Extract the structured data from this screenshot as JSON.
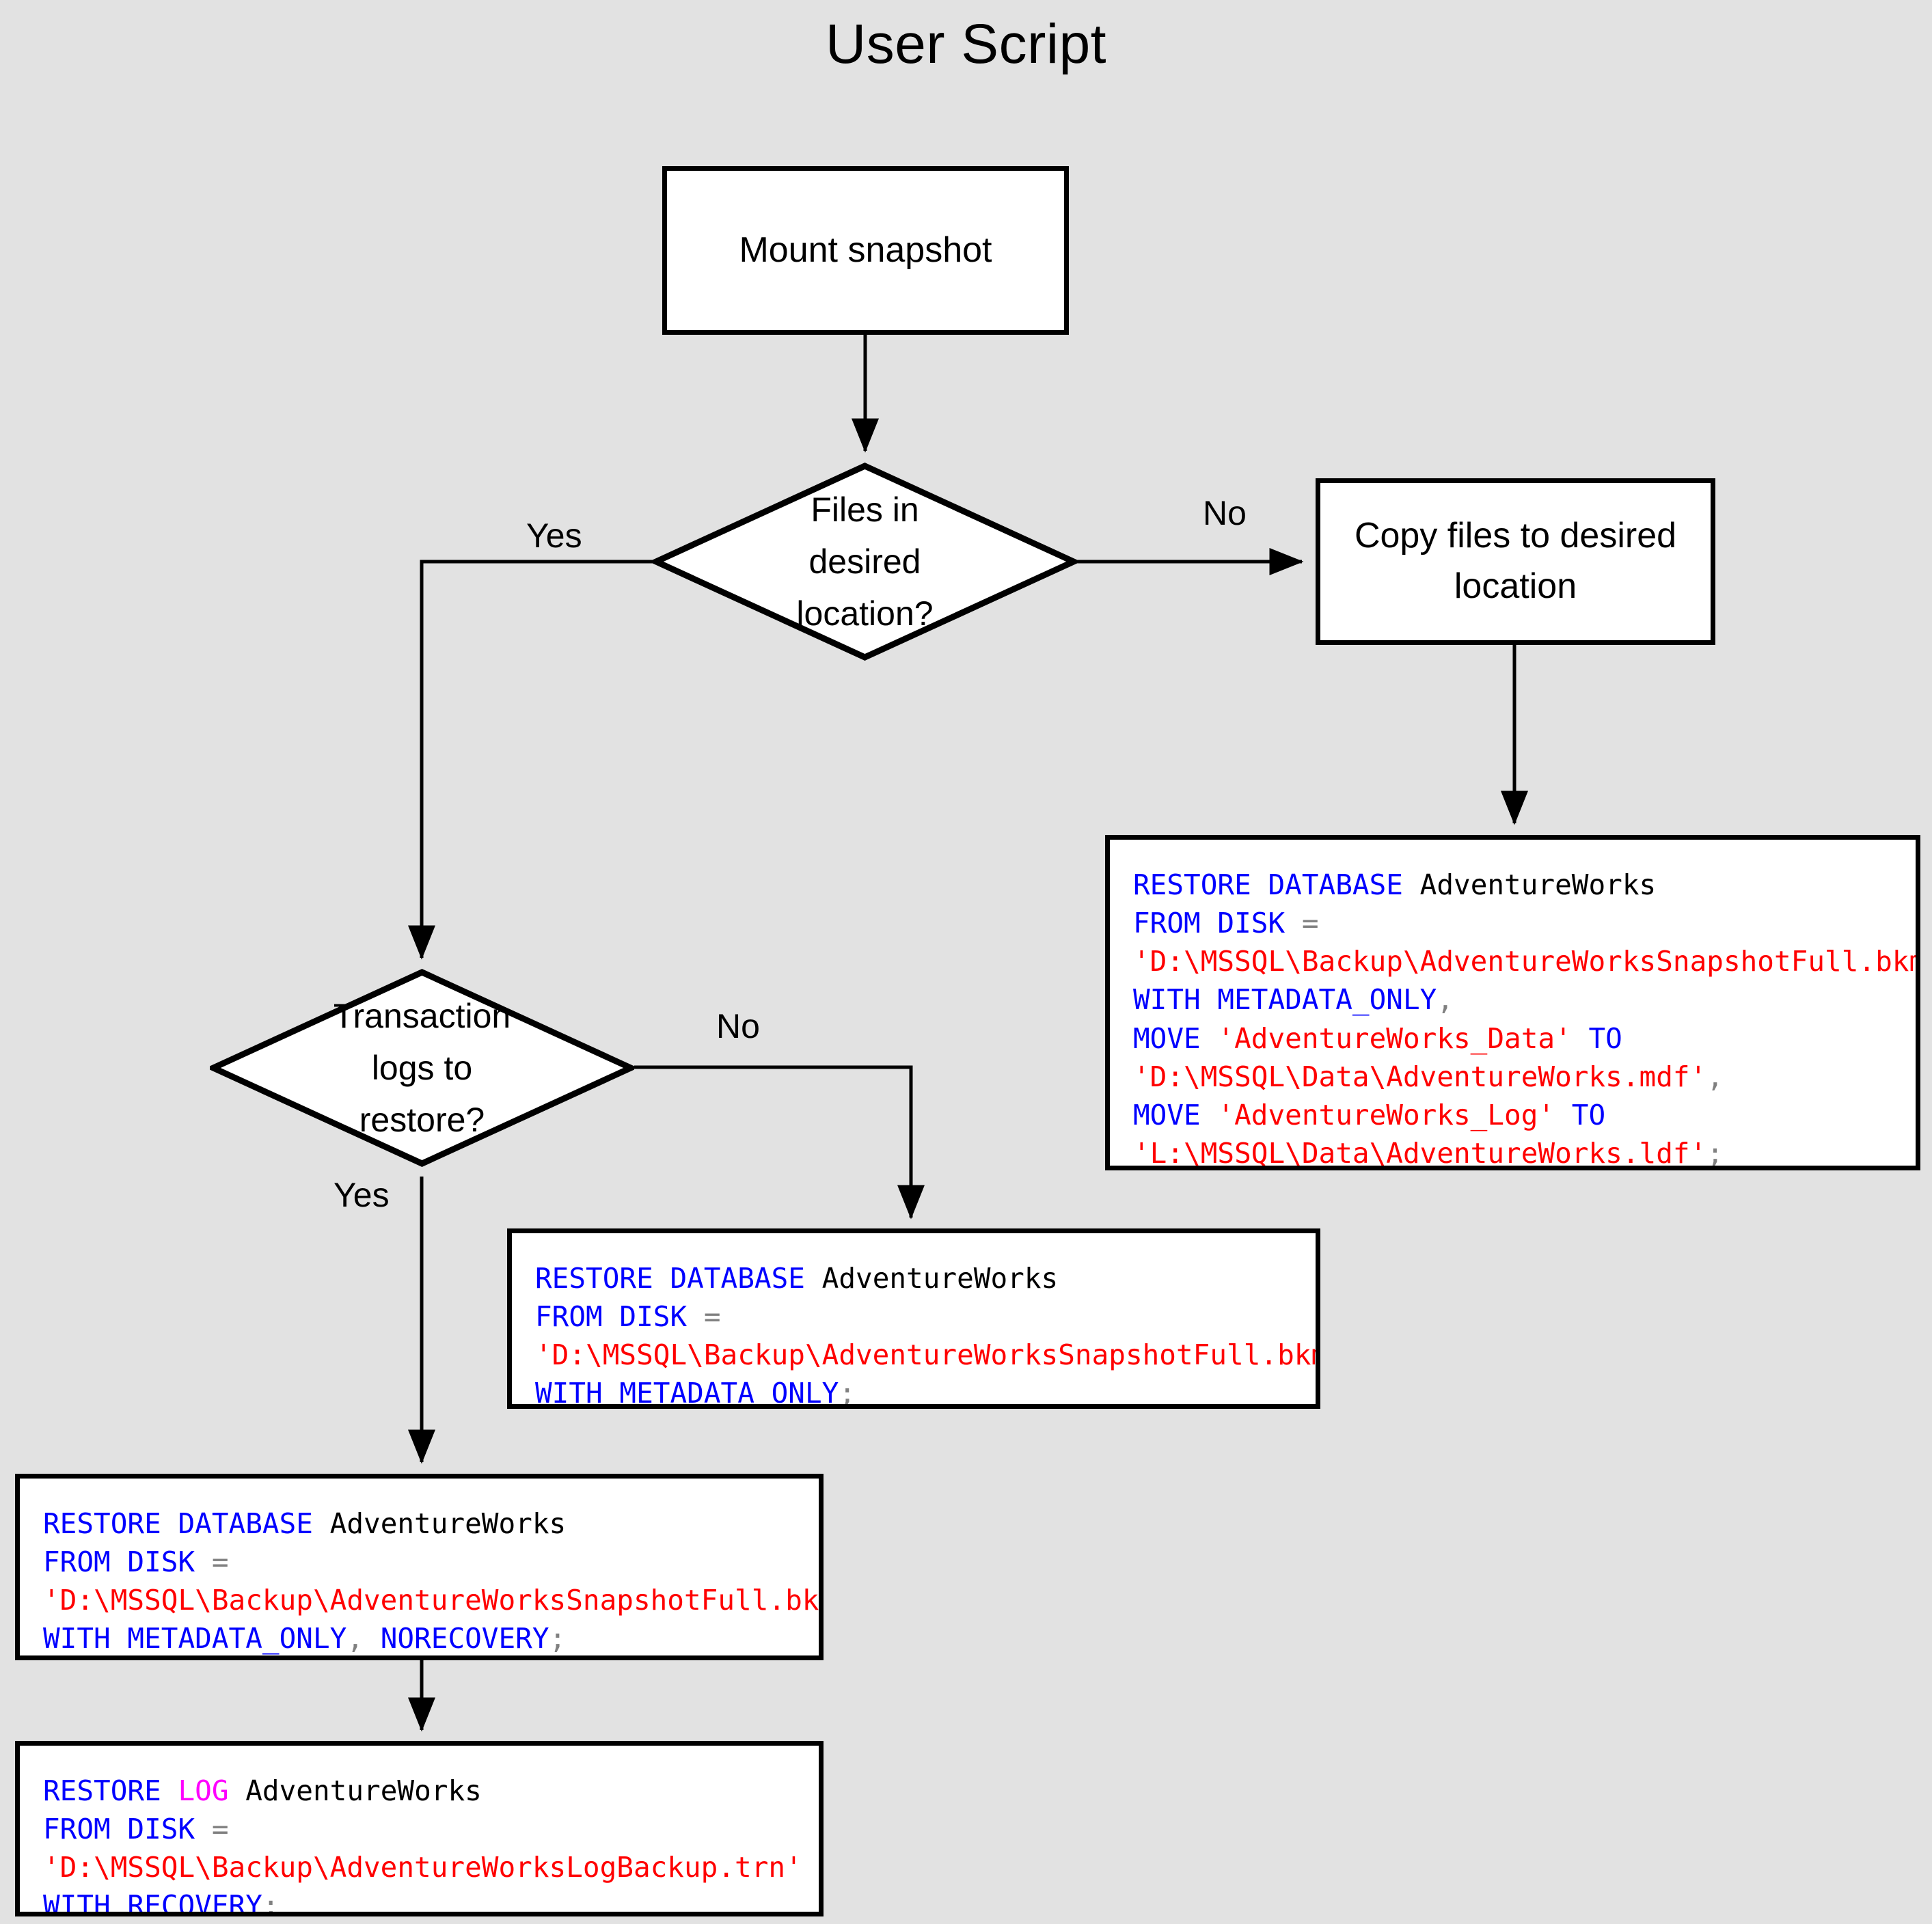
{
  "page": {
    "title": "User Script",
    "background_color": "#e2e2e2",
    "shape_fill": "#ffffff",
    "shape_stroke": "#000000"
  },
  "syntax_colors": {
    "keyword": "#0000ff",
    "keyword_log": "#ff00ff",
    "string": "#ff0000",
    "identifier": "#000000",
    "punctuation": "#808080"
  },
  "nodes": {
    "mount_snapshot": {
      "label": "Mount snapshot"
    },
    "decision_files": {
      "label": "Files in\ndesired\nlocation?"
    },
    "copy_files": {
      "label": "Copy files to desired\nlocation"
    },
    "decision_logs": {
      "label": "Transaction\nlogs to\nrestore?"
    }
  },
  "edge_labels": {
    "files_yes": "Yes",
    "files_no": "No",
    "logs_no": "No",
    "logs_yes": "Yes"
  },
  "code_blocks": {
    "restore_with_move": {
      "lines": [
        [
          {
            "t": "RESTORE DATABASE ",
            "c": "kw"
          },
          {
            "t": "AdventureWorks",
            "c": "id"
          }
        ],
        [
          {
            "t": "FROM DISK ",
            "c": "kw"
          },
          {
            "t": "=",
            "c": "pun"
          }
        ],
        [
          {
            "t": "'D:\\MSSQL\\Backup\\AdventureWorksSnapshotFull.bkm'",
            "c": "str"
          }
        ],
        [
          {
            "t": "WITH METADATA_ONLY",
            "c": "kw"
          },
          {
            "t": ",",
            "c": "pun"
          }
        ],
        [
          {
            "t": "MOVE ",
            "c": "kw"
          },
          {
            "t": "'AdventureWorks_Data'",
            "c": "str"
          },
          {
            "t": " TO",
            "c": "kw"
          }
        ],
        [
          {
            "t": "'D:\\MSSQL\\Data\\AdventureWorks.mdf'",
            "c": "str"
          },
          {
            "t": ",",
            "c": "pun"
          }
        ],
        [
          {
            "t": "MOVE ",
            "c": "kw"
          },
          {
            "t": "'AdventureWorks_Log'",
            "c": "str"
          },
          {
            "t": " TO",
            "c": "kw"
          }
        ],
        [
          {
            "t": "'L:\\MSSQL\\Data\\AdventureWorks.ldf'",
            "c": "str"
          },
          {
            "t": ";",
            "c": "pun"
          }
        ]
      ]
    },
    "restore_metadata_only": {
      "lines": [
        [
          {
            "t": "RESTORE DATABASE ",
            "c": "kw"
          },
          {
            "t": "AdventureWorks",
            "c": "id"
          }
        ],
        [
          {
            "t": "FROM DISK ",
            "c": "kw"
          },
          {
            "t": "=",
            "c": "pun"
          }
        ],
        [
          {
            "t": "'D:\\MSSQL\\Backup\\AdventureWorksSnapshotFull.bkm'",
            "c": "str"
          }
        ],
        [
          {
            "t": "WITH METADATA_ONLY",
            "c": "kw"
          },
          {
            "t": ";",
            "c": "pun"
          }
        ]
      ]
    },
    "restore_norecovery": {
      "lines": [
        [
          {
            "t": "RESTORE DATABASE ",
            "c": "kw"
          },
          {
            "t": "AdventureWorks",
            "c": "id"
          }
        ],
        [
          {
            "t": "FROM DISK ",
            "c": "kw"
          },
          {
            "t": "=",
            "c": "pun"
          }
        ],
        [
          {
            "t": "'D:\\MSSQL\\Backup\\AdventureWorksSnapshotFull.bkm'",
            "c": "str"
          }
        ],
        [
          {
            "t": "WITH METADATA_ONLY",
            "c": "kw"
          },
          {
            "t": ", ",
            "c": "pun"
          },
          {
            "t": "NORECOVERY",
            "c": "kw"
          },
          {
            "t": ";",
            "c": "pun"
          }
        ]
      ]
    },
    "restore_log": {
      "lines": [
        [
          {
            "t": "RESTORE ",
            "c": "kw"
          },
          {
            "t": "LOG",
            "c": "kwlog"
          },
          {
            "t": " ",
            "c": "kw"
          },
          {
            "t": "AdventureWorks",
            "c": "id"
          }
        ],
        [
          {
            "t": "FROM DISK ",
            "c": "kw"
          },
          {
            "t": "=",
            "c": "pun"
          }
        ],
        [
          {
            "t": "'D:\\MSSQL\\Backup\\AdventureWorksLogBackup.trn'",
            "c": "str"
          }
        ],
        [
          {
            "t": "WITH RECOVERY",
            "c": "kw"
          },
          {
            "t": ";",
            "c": "pun"
          }
        ]
      ]
    }
  }
}
